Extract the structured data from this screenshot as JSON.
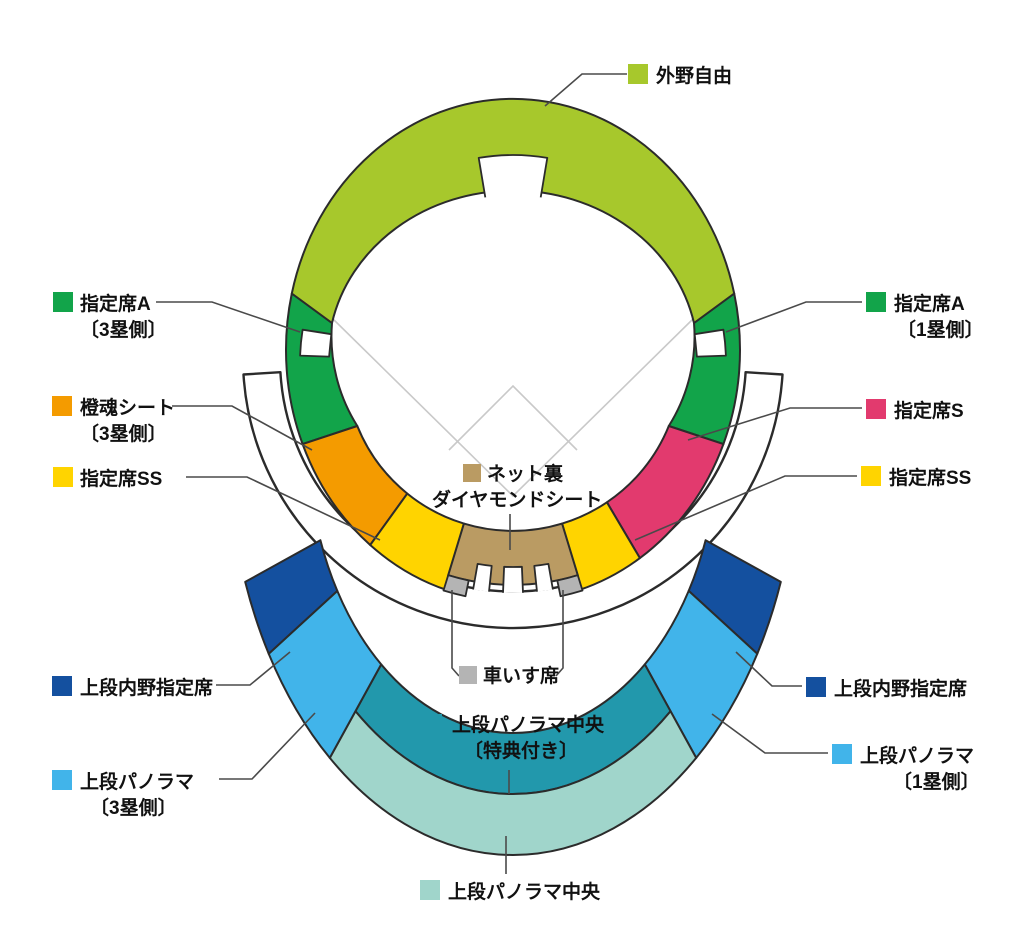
{
  "colors": {
    "outfield": "#a7c82c",
    "reserved_a": "#12a44a",
    "orange_seat": "#f49b00",
    "reserved_s": "#e23a6e",
    "reserved_ss": "#ffd400",
    "net_back": "#ba9b63",
    "wheelchair": "#b4b4b4",
    "upper_infield": "#14509f",
    "upper_panorama": "#41b4ea",
    "upper_panorama_center_premium": "#2298ac",
    "upper_panorama_center": "#a0d5cb"
  },
  "labels": {
    "outfield": {
      "text": "外野自由"
    },
    "reserved_a_3b": {
      "line1": "指定席A",
      "line2": "〔3塁側〕"
    },
    "orange_seat_3b": {
      "line1": "橙魂シート",
      "line2": "〔3塁側〕"
    },
    "reserved_ss_3b": {
      "text": "指定席SS"
    },
    "net_back_diamond": {
      "line1": "ネット裏",
      "line2": "ダイヤモンドシート"
    },
    "wheelchair": {
      "text": "車いす席"
    },
    "reserved_a_1b": {
      "line1": "指定席A",
      "line2": "〔1塁側〕"
    },
    "reserved_s": {
      "text": "指定席S"
    },
    "reserved_ss_1b": {
      "text": "指定席SS"
    },
    "upper_infield_3b": {
      "text": "上段内野指定席"
    },
    "upper_panorama_3b": {
      "line1": "上段パノラマ",
      "line2": "〔3塁側〕"
    },
    "upper_infield_1b": {
      "text": "上段内野指定席"
    },
    "upper_panorama_1b": {
      "line1": "上段パノラマ",
      "line2": "〔1塁側〕"
    },
    "upper_panorama_center_premium": {
      "line1": "上段パノラマ中央",
      "line2": "〔特典付き〕"
    },
    "upper_panorama_center": {
      "text": "上段パノラマ中央"
    }
  }
}
